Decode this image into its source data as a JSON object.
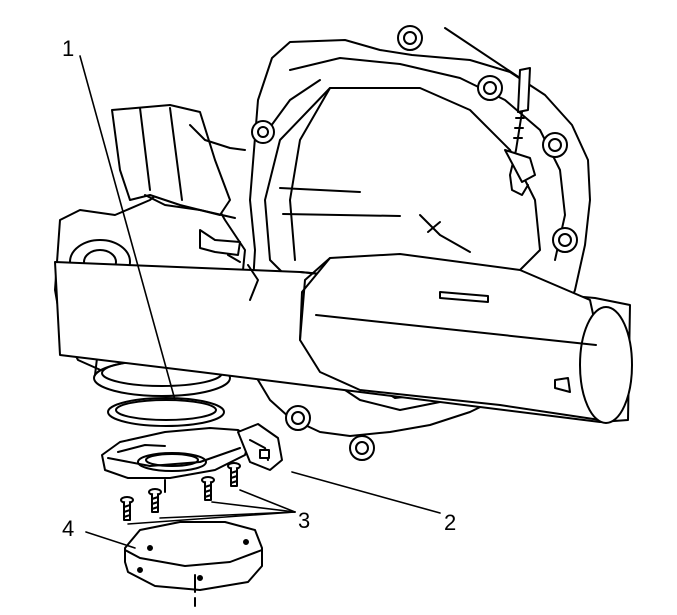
{
  "callouts": {
    "c1": "1",
    "c2": "2",
    "c3": "3",
    "c4": "4"
  },
  "colors": {
    "line": "#000000",
    "fill": "#ffffff"
  }
}
